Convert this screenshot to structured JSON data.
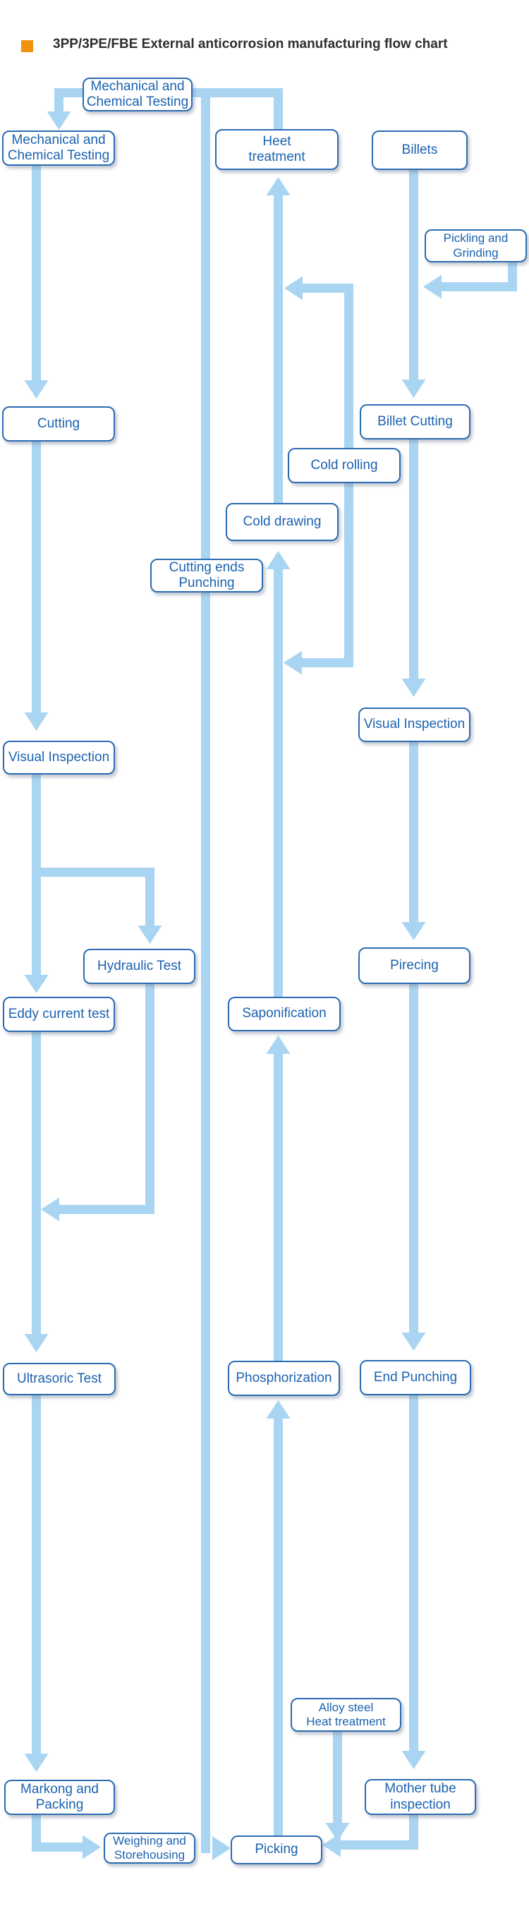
{
  "title": {
    "text": "3PP/3PE/FBE External anticorrosion manufacturing flow chart"
  },
  "colors": {
    "arrow": "#A9D5F2",
    "box_border": "#2A6CB2",
    "box_text": "#1B62B0",
    "title_text": "#2E2E2E",
    "bullet": "#F0920A",
    "background": "#FFFFFF"
  },
  "nodes": {
    "mct_top": {
      "label": "Mechanical and\nChemical Testing"
    },
    "mct_left": {
      "label": "Mechanical and\nChemical Testing"
    },
    "heet": {
      "label": "Heet\ntreatment"
    },
    "billets": {
      "label": "Billets"
    },
    "pickling": {
      "label": "Pickling and\nGrinding"
    },
    "cutting": {
      "label": "Cutting"
    },
    "billet_cutting": {
      "label": "Billet Cutting"
    },
    "cold_rolling": {
      "label": "Cold rolling"
    },
    "cold_drawing": {
      "label": "Cold drawing"
    },
    "cutting_ends": {
      "label": "Cutting ends\nPunching"
    },
    "vi_right": {
      "label": "Visual Inspection"
    },
    "vi_left": {
      "label": "Visual Inspection"
    },
    "hydraulic": {
      "label": "Hydraulic Test"
    },
    "pirecing": {
      "label": "Pirecing"
    },
    "eddy": {
      "label": "Eddy current test"
    },
    "saponification": {
      "label": "Saponification"
    },
    "ultrasoric": {
      "label": "Ultrasoric Test"
    },
    "phosphorization": {
      "label": "Phosphorization"
    },
    "end_punching": {
      "label": "End Punching"
    },
    "alloy": {
      "label": "Alloy steel\nHeat treatment"
    },
    "markong": {
      "label": "Markong and\nPacking"
    },
    "mother_tube": {
      "label": "Mother tube\ninspection"
    },
    "weighing": {
      "label": "Weighing and\nStorehousing"
    },
    "picking": {
      "label": "Picking"
    }
  }
}
